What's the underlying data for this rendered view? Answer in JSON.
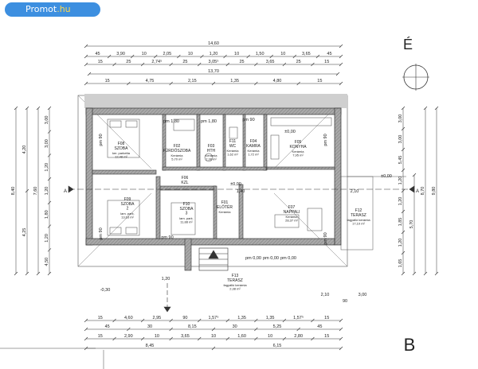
{
  "brand": {
    "name": "Promot",
    "tld": ".hu"
  },
  "labels": {
    "north": "É",
    "section_b": "B",
    "section_a_left": "A",
    "section_a_right": "A"
  },
  "dims": {
    "top_total": "14,60",
    "top_row2": [
      "45",
      "3,90",
      "10",
      "2,05",
      "10",
      "1,20",
      "10",
      "1,50",
      "10",
      "3,65",
      "45"
    ],
    "top_row3": [
      "15",
      "25",
      "2,74⁵",
      "25",
      "3,05⁵",
      "25",
      "3,65",
      "25",
      "15"
    ],
    "top_row4": "13,70",
    "top_row5": [
      "15",
      "4,75",
      "2,15",
      "1,35",
      "4,80",
      "15"
    ],
    "bottom_row1": [
      "15",
      "4,60",
      "2,95",
      "90",
      "1,57⁵",
      "1,35",
      "1,35",
      "1,57⁵",
      "15"
    ],
    "bottom_row2": [
      "45",
      "30",
      "8,15",
      "30",
      "5,25",
      "45"
    ],
    "bottom_row3": [
      "15",
      "2,90",
      "10",
      "3,65",
      "10",
      "1,60",
      "10",
      "2,80",
      "15"
    ],
    "bottom_row4": [
      "8,45",
      "6,15"
    ],
    "left": [
      "8,40",
      "4,20",
      "4,25",
      "7,60",
      "3,00",
      "3,00",
      "1,20",
      "1,20",
      "1,80",
      "1,20",
      "4,50"
    ],
    "right": [
      "9,80",
      "8,70",
      "5,70",
      "3,00",
      "3,00",
      "5,45",
      "1,20",
      "1,20",
      "1,85",
      "1,20",
      "1,65"
    ],
    "misc": [
      "±0,00",
      "±0,00",
      "±0,00",
      "-0,30",
      "1,20",
      "2,10",
      "3,00",
      "90",
      "2,10",
      "1,40"
    ]
  },
  "rooms": [
    {
      "id": "F08",
      "name": "SZOBA",
      "info": "ker. parketta\n12,48 m²"
    },
    {
      "id": "F02",
      "name": "FÜRDŐSZOBA",
      "info": "Kerámia\n5,70 m²"
    },
    {
      "id": "F03",
      "name": "HTH",
      "info": "Kerámia\n2,38 m²"
    },
    {
      "id": "F11",
      "name": "WC",
      "info": "Kerámia\n1,62 m²"
    },
    {
      "id": "F04",
      "name": "KAMRA",
      "info": "Kerámia\n1,72 m²"
    },
    {
      "id": "F05",
      "name": "KONYHA",
      "info": "Kerámia\n7,95 m²"
    },
    {
      "id": "F06",
      "name": "KZL",
      "info": ""
    },
    {
      "id": "F09",
      "name": "SZOBA\n2",
      "info": "lam. park.\n13,63 m²"
    },
    {
      "id": "F10",
      "name": "SZOBA\n3",
      "info": "lam. park.\n11,88 m²"
    },
    {
      "id": "F01",
      "name": "ELŐTÉR",
      "info": "Kerámia"
    },
    {
      "id": "F07",
      "name": "NAPPALI",
      "info": "Kerámia\n28,37 m²"
    },
    {
      "id": "F12",
      "name": "TERASZ",
      "info": "fagyálló kerámia\n17,10 m²"
    },
    {
      "id": "F13",
      "name": "TERASZ",
      "info": "fagyálló kerámia\n2,38 m²"
    }
  ],
  "windows": [
    "pm 90",
    "pm 90",
    "pm 1,80",
    "pm 1,80",
    "pm 90",
    "pm 90",
    "pm 90",
    "pm 90",
    "pm 0,00",
    "pm 0,00",
    "pm 0,00"
  ],
  "colors": {
    "badge": "#3d8fe0",
    "wall_fill": "#8a8a8a",
    "wall_hatch": "#b7b7b7",
    "shadow": "#cfcfcf",
    "line": "#333333"
  }
}
